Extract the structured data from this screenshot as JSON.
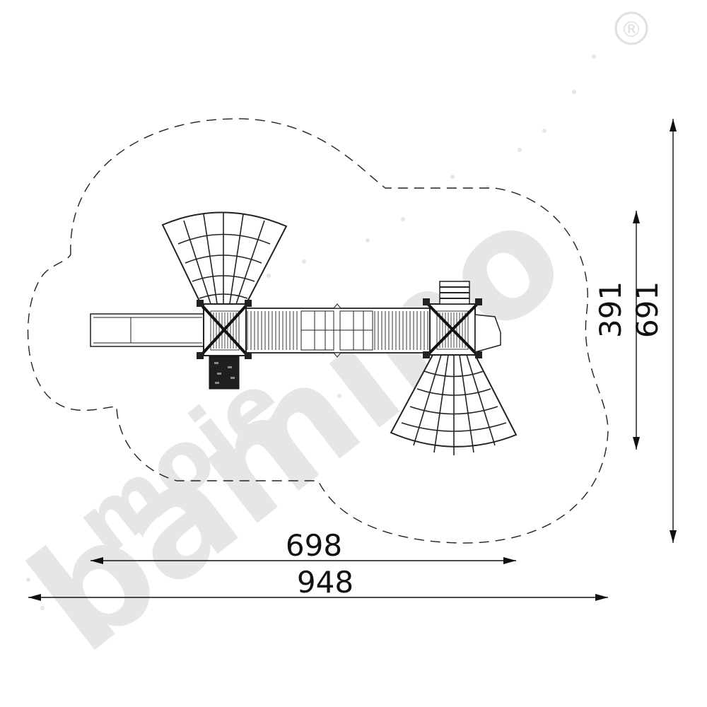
{
  "dimensions": {
    "inner_width": "698",
    "outer_width": "948",
    "inner_height": "391",
    "outer_height": "691"
  },
  "watermark": {
    "line1": "moje",
    "line2": "bamino",
    "registered_mark": "®"
  },
  "colors": {
    "ink": "#222222",
    "watermark": "#e6e6e6",
    "dark_panel": "#1f1f1f"
  }
}
